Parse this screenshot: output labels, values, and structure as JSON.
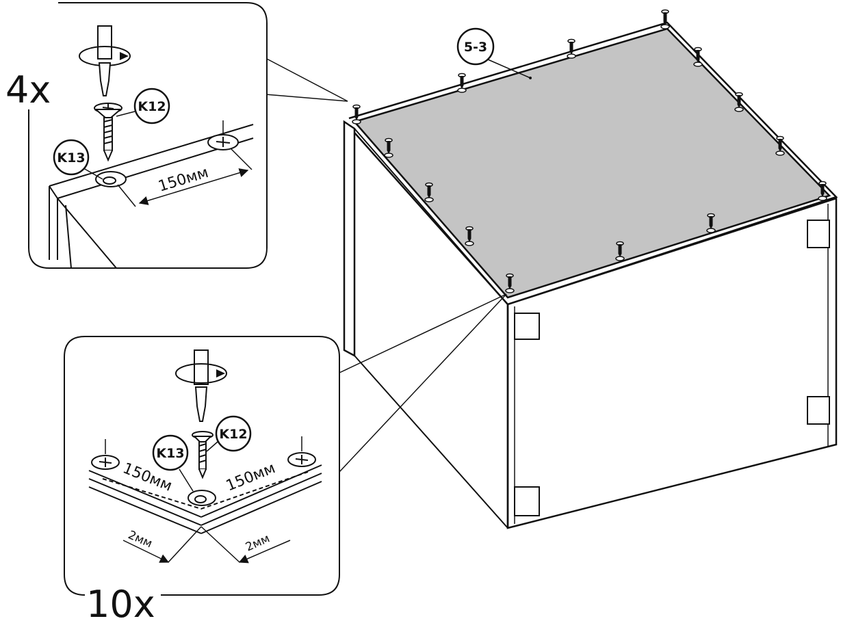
{
  "diagram": {
    "panel_label": "5-3",
    "screw_part": "K12",
    "cap_part": "K13",
    "top_detail": {
      "quantity": "4x",
      "spacing": "150мм"
    },
    "bottom_detail": {
      "quantity": "10x",
      "spacing_left": "150мм",
      "spacing_right": "150мм",
      "edge_left": "2мм",
      "edge_right": "2мм"
    },
    "colors": {
      "panel_fill": "#c4c4c4",
      "line": "#111111",
      "background": "#ffffff"
    }
  }
}
